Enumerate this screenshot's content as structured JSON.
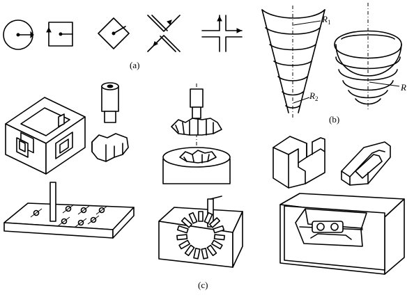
{
  "labels": {
    "a": "(a)",
    "b": "(b)",
    "c": "(c)",
    "r1_main": "R",
    "r1_sub": "1",
    "r2_main": "R",
    "r2_sub": "2",
    "r": "R"
  },
  "icons": {
    "circle_path": "circular-path-icon",
    "square_path": "square-path-icon",
    "diamond_path": "diamond-path-icon",
    "cross_path": "cross-path-icon",
    "plus_path": "plus-path-icon"
  }
}
